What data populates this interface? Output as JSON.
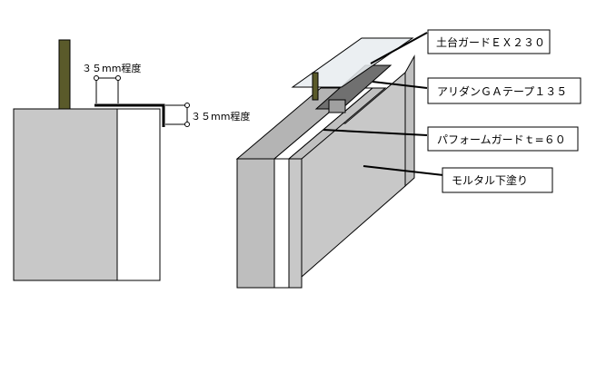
{
  "diagram": {
    "dimensions": {
      "horizontal": "３５mm程度",
      "vertical": "３５mm程度"
    },
    "callouts": [
      {
        "id": "sill-guard",
        "label": "土台ガードＥＸ２３０"
      },
      {
        "id": "tape",
        "label": "アリダンＧＡテープ１３５"
      },
      {
        "id": "foam-guard",
        "label": "パフォームガードｔ=６０"
      },
      {
        "id": "mortar",
        "label": "モルタル下塗り"
      }
    ],
    "colors": {
      "wall_gray": "#c8c8c8",
      "wall_top": "#b4b4b4",
      "wall_front": "#bebebe",
      "post": "#5a5a2a",
      "dark_tape": "#707070",
      "sheet": "#e8ecf0",
      "outline": "#000000"
    }
  }
}
